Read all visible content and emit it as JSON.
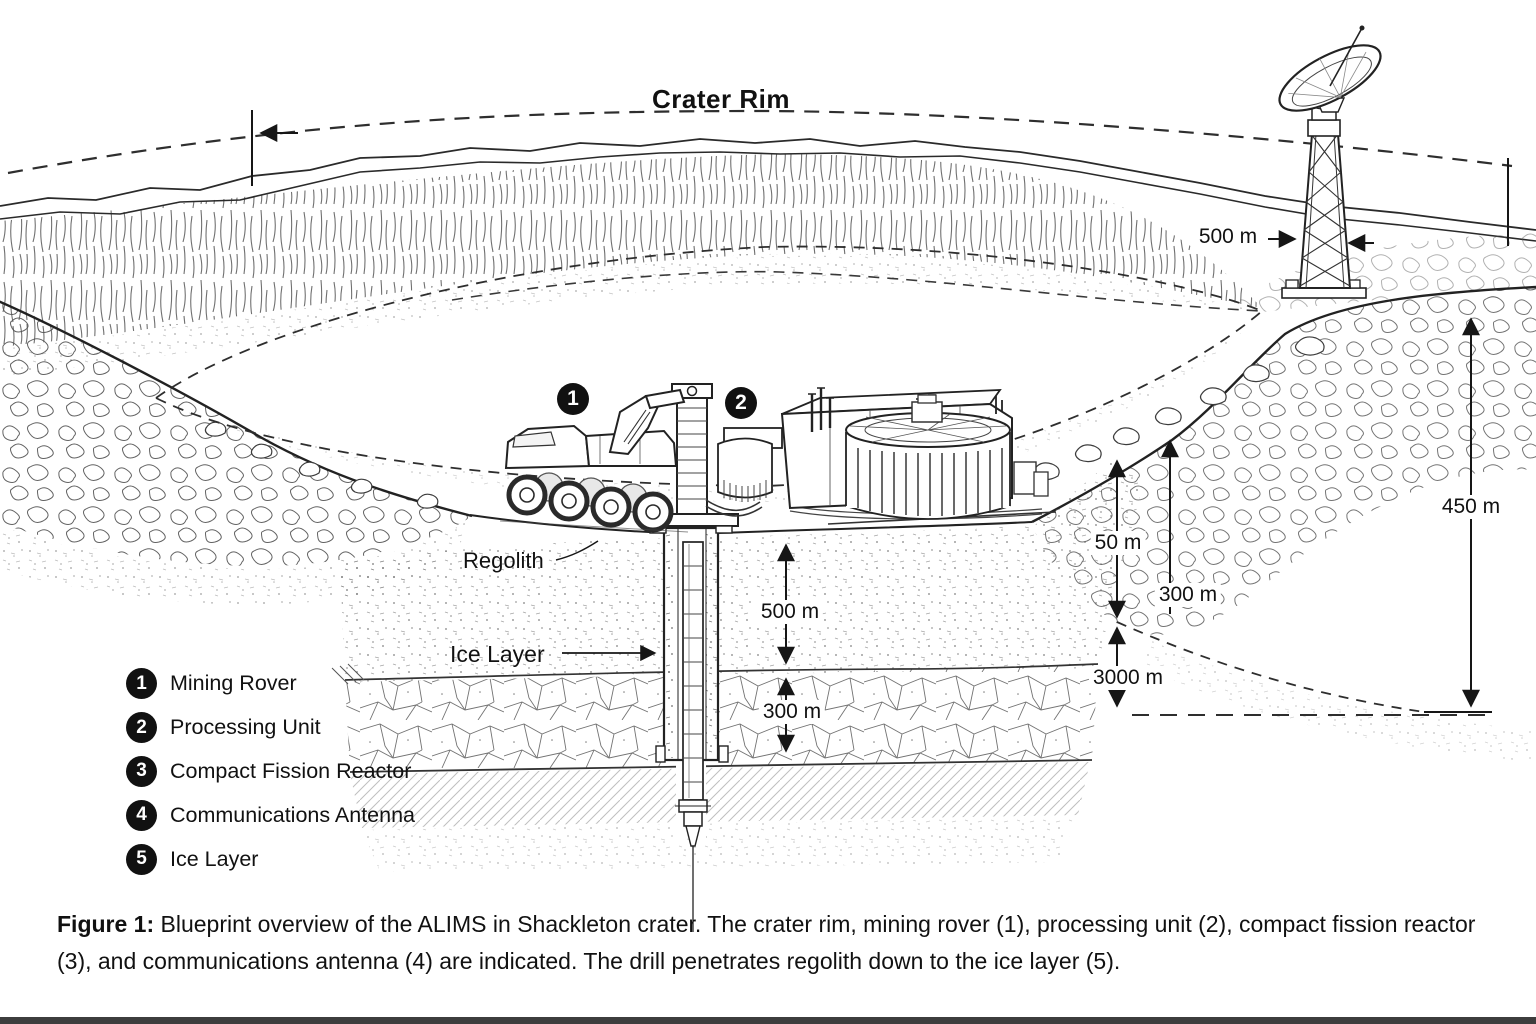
{
  "colors": {
    "ink": "#1c1c1c",
    "paper": "#ffffff",
    "marker_bg": "#111111"
  },
  "diagram": {
    "title": "Crater Rim",
    "labels": {
      "regolith": "Regolith",
      "ice_layer": "Ice Layer"
    },
    "markers": {
      "mining_rover": "1",
      "processing_unit": "2"
    },
    "measurements": {
      "antenna_height": "500 m",
      "regolith_depth": "500 m",
      "ice_thickness": "300 m",
      "rim_upper": "50 m",
      "rim_mid": "300 m",
      "floor_width": "3000 m",
      "crater_depth": "450 m"
    }
  },
  "legend": {
    "items": [
      {
        "number": "1",
        "label": "Mining Rover"
      },
      {
        "number": "2",
        "label": "Processing Unit"
      },
      {
        "number": "3",
        "label": "Compact Fission Reactor"
      },
      {
        "number": "4",
        "label": "Communications Antenna"
      },
      {
        "number": "5",
        "label": "Ice Layer"
      }
    ]
  },
  "caption": {
    "prefix": "Figure 1:",
    "body": "Blueprint overview of the ALIMS in Shackleton crater. The crater rim, mining rover (1), processing unit (2), compact fission reactor (3), and communications antenna (4) are indicated. The drill penetrates regolith down to the ice layer (5)."
  }
}
